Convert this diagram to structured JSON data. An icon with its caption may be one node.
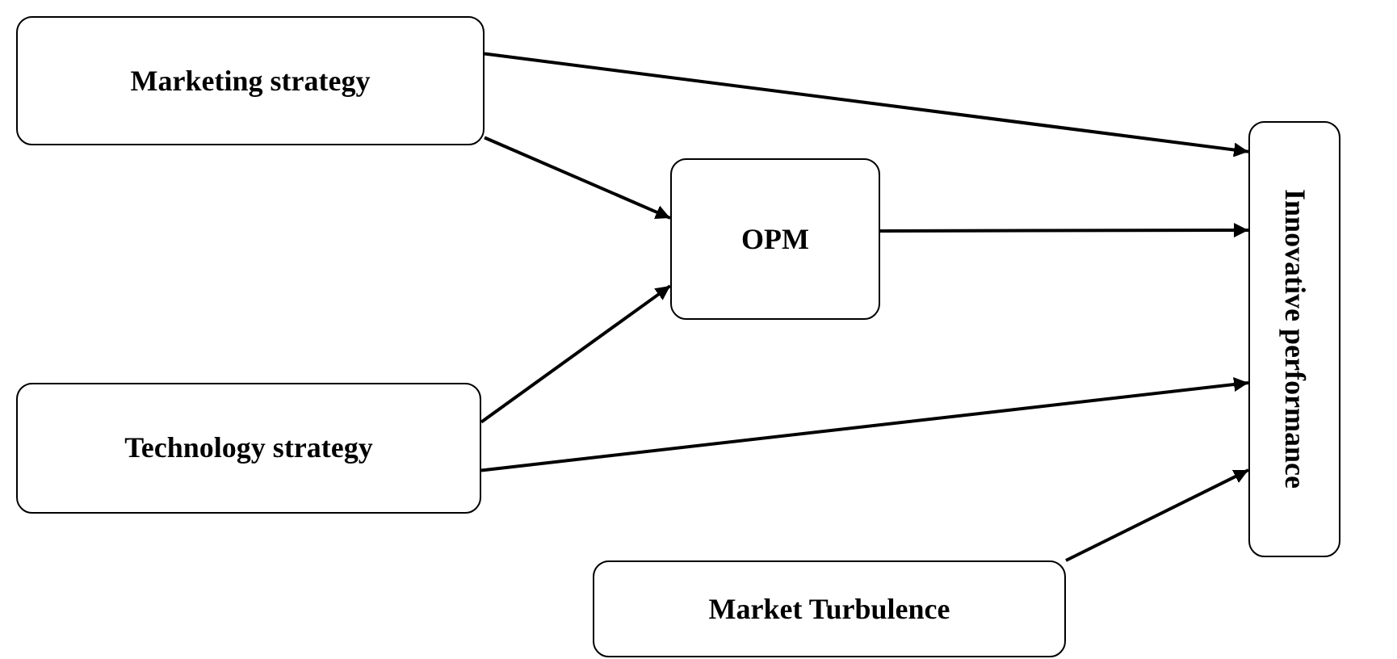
{
  "diagram": {
    "nodes": [
      {
        "text": [
          "Marketing strategy"
        ]
      },
      {
        "text": [
          "OPM"
        ]
      },
      {
        "text": [
          "Technology strategy"
        ]
      },
      {
        "text": [
          "Innovative performance"
        ]
      },
      {
        "text": [
          "Market Turbulence"
        ]
      }
    ],
    "edges": [
      {
        "from": 0,
        "to": 3,
        "arrow": "to"
      },
      {
        "from": 0,
        "to": 1,
        "arrow": "to"
      },
      {
        "from": 2,
        "to": 1,
        "arrow": "to"
      },
      {
        "from": 1,
        "to": 3,
        "arrow": "to"
      },
      {
        "from": 2,
        "to": 3,
        "arrow": "to"
      },
      {
        "from": 4,
        "to": 3,
        "arrow": "to"
      }
    ]
  }
}
